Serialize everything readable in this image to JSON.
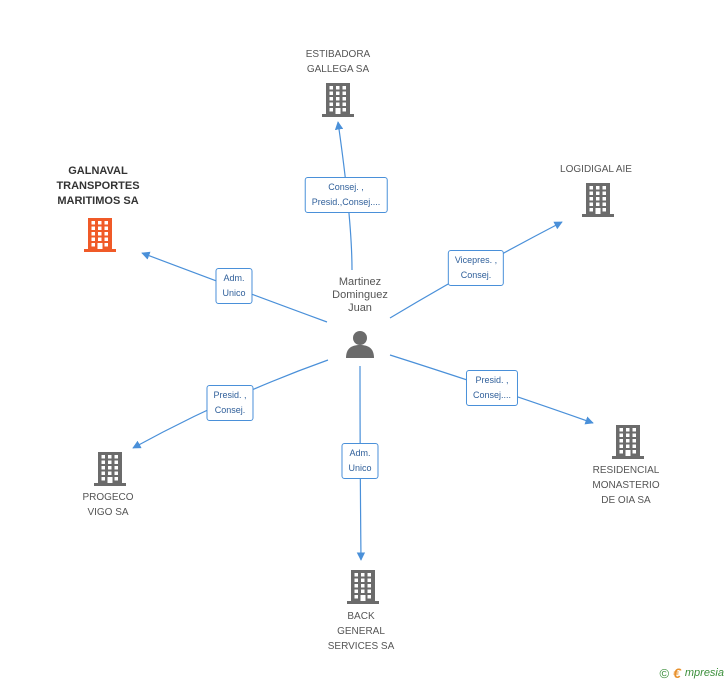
{
  "center": {
    "label": "Martinez\nDominguez\nJuan",
    "icon": "person-icon"
  },
  "companies": [
    {
      "id": "estibadora",
      "label": "ESTIBADORA\nGALLEGA SA",
      "highlight": false,
      "icon": "building-icon"
    },
    {
      "id": "galnaval",
      "label": "GALNAVAL\nTRANSPORTES\nMARITIMOS SA",
      "highlight": true,
      "icon": "building-icon"
    },
    {
      "id": "logidigal",
      "label": "LOGIDIGAL AIE",
      "highlight": false,
      "icon": "building-icon"
    },
    {
      "id": "residencial",
      "label": "RESIDENCIAL\nMONASTERIO\nDE OIA SA",
      "highlight": false,
      "icon": "building-icon"
    },
    {
      "id": "progeco",
      "label": "PROGECO\nVIGO SA",
      "highlight": false,
      "icon": "building-icon"
    },
    {
      "id": "back",
      "label": "BACK\nGENERAL\nSERVICES SA",
      "highlight": false,
      "icon": "building-icon"
    }
  ],
  "edges": [
    {
      "to": "estibadora",
      "label": "Consej. ,\nPresid.,Consej...."
    },
    {
      "to": "galnaval",
      "label": "Adm.\nUnico"
    },
    {
      "to": "logidigal",
      "label": "Vicepres. ,\nConsej."
    },
    {
      "to": "residencial",
      "label": "Presid. ,\nConsej...."
    },
    {
      "to": "progeco",
      "label": "Presid. ,\nConsej."
    },
    {
      "to": "back",
      "label": "Adm.\nUnico"
    }
  ],
  "colors": {
    "edge": "#4a90d9",
    "building": "#6b6b6b",
    "highlight": "#f05a28",
    "person": "#6b6b6b"
  },
  "footer": {
    "copyright": "©",
    "brand_e": "€",
    "brand": "mpresia"
  }
}
